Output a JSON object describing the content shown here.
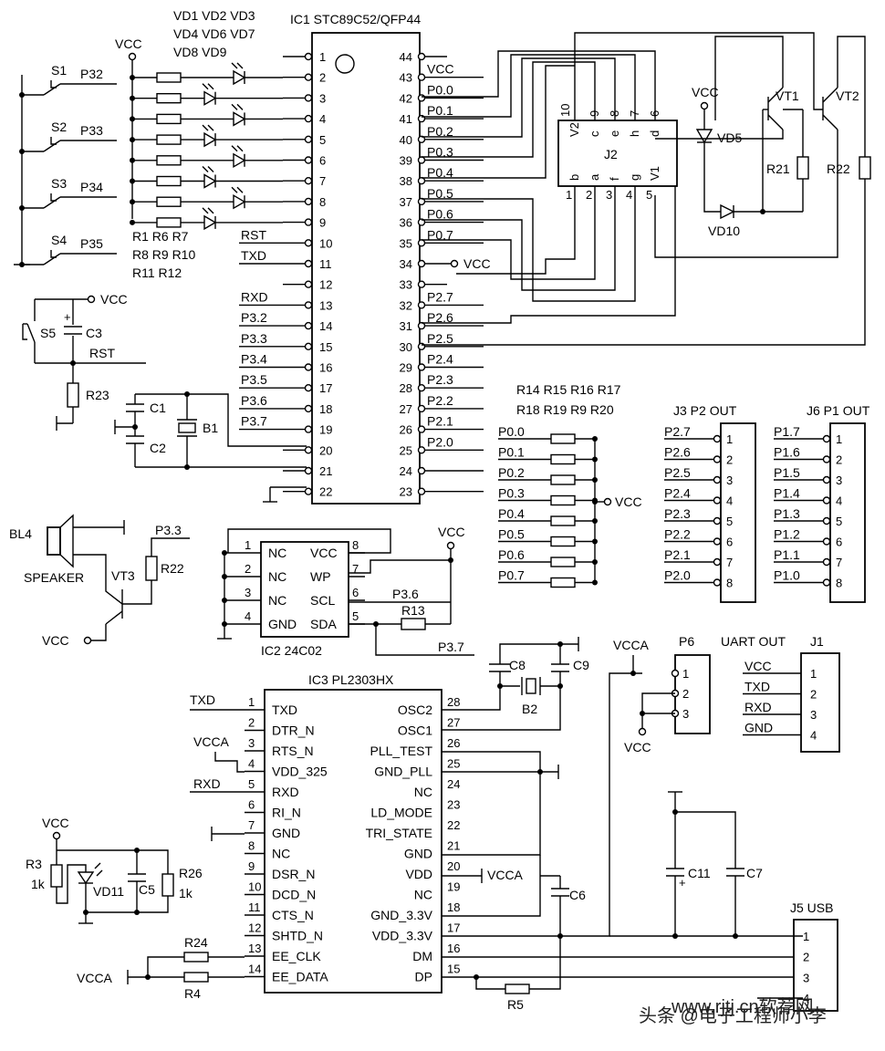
{
  "mcu": {
    "label": "IC1 STC89C52/QFP44",
    "left_pins": [
      "1",
      "2",
      "3",
      "4",
      "5",
      "6",
      "7",
      "8",
      "9",
      "10",
      "11",
      "12",
      "13",
      "14",
      "15",
      "16",
      "17",
      "18",
      "19",
      "20",
      "21",
      "22"
    ],
    "right_pins": [
      "44",
      "43",
      "42",
      "41",
      "40",
      "39",
      "38",
      "37",
      "36",
      "35",
      "34",
      "33",
      "32",
      "31",
      "30",
      "29",
      "28",
      "27",
      "26",
      "25",
      "24",
      "23"
    ],
    "left_signals": {
      "p10": "RST",
      "p11": "TXD",
      "p13": "RXD",
      "p14": "P3.2",
      "p15": "P3.3",
      "p16": "P3.4",
      "p17": "P3.5",
      "p18": "P3.6",
      "p19": "P3.7"
    },
    "right_signals": [
      "VCC",
      "P0.0",
      "P0.1",
      "P0.2",
      "P0.3",
      "P0.4",
      "P0.5",
      "P0.6",
      "P0.7",
      "VCC",
      "",
      "",
      "P2.7",
      "P2.6",
      "P2.5",
      "P2.4",
      "P2.3",
      "P2.2",
      "P2.1",
      "P2.0"
    ]
  },
  "leds": {
    "line1": "VD1 VD2 VD3",
    "line2": "VD4 VD6 VD7",
    "line3": "VD8 VD9"
  },
  "led_res": {
    "line1": "R1 R6 R7",
    "line2": "R8 R9 R10",
    "line3": "R11 R12"
  },
  "vcc": "VCC",
  "vcca": "VCCA",
  "switches": [
    {
      "name": "S1",
      "net": "P32"
    },
    {
      "name": "S2",
      "net": "P33"
    },
    {
      "name": "S3",
      "net": "P34"
    },
    {
      "name": "S4",
      "net": "P35"
    }
  ],
  "reset": {
    "switch": "S5",
    "cap": "C3",
    "net": "RST",
    "res": "R23"
  },
  "crystal": {
    "c1": "C1",
    "c2": "C2",
    "xtal": "B1"
  },
  "display": {
    "name": "J2",
    "top_pins": [
      "10",
      "9",
      "8",
      "7",
      "6"
    ],
    "top_labels": [
      "V2",
      "c",
      "e",
      "h",
      "d"
    ],
    "bottom_pins": [
      "1",
      "2",
      "3",
      "4",
      "5"
    ],
    "bottom_labels": [
      "b",
      "a",
      "f",
      "g",
      "V1"
    ]
  },
  "transistors": {
    "vt1": "VT1",
    "vt2": "VT2",
    "vd5": "VD5",
    "vd10": "VD10",
    "r21": "R21",
    "r22": "R22"
  },
  "pullups": {
    "line1": "R14 R15 R16 R17",
    "line2": "R18 R19 R9   R20",
    "nets": [
      "P0.0",
      "P0.1",
      "P0.2",
      "P0.3",
      "P0.4",
      "P0.5",
      "P0.6",
      "P0.7"
    ]
  },
  "j3": {
    "title": "J3 P2 OUT",
    "nets": [
      "P2.7",
      "P2.6",
      "P2.5",
      "P2.4",
      "P2.3",
      "P2.2",
      "P2.1",
      "P2.0"
    ],
    "pins": [
      "1",
      "2",
      "3",
      "4",
      "5",
      "6",
      "7",
      "8"
    ]
  },
  "j6": {
    "title": "J6 P1 OUT",
    "nets": [
      "P1.7",
      "P1.6",
      "P1.5",
      "P1.4",
      "P1.3",
      "P1.2",
      "P1.1",
      "P1.0"
    ],
    "pins": [
      "1",
      "2",
      "3",
      "4",
      "5",
      "6",
      "7",
      "8"
    ]
  },
  "speaker": {
    "name": "BL4",
    "label": "SPEAKER",
    "vt": "VT3",
    "res": "R22",
    "net": "P3.3"
  },
  "eeprom": {
    "label": "IC2 24C02",
    "left": [
      "NC",
      "NC",
      "NC",
      "GND"
    ],
    "left_pins": [
      "1",
      "2",
      "3",
      "4"
    ],
    "right": [
      "VCC",
      "WP",
      "SCL",
      "SDA"
    ],
    "right_pins": [
      "8",
      "7",
      "6",
      "5"
    ],
    "scl": "P3.6",
    "sda": "P3.7",
    "res": "R13"
  },
  "pl2303": {
    "label": "IC3 PL2303HX",
    "left": [
      "TXD",
      "DTR_N",
      "RTS_N",
      "VDD_325",
      "RXD",
      "RI_N",
      "GND",
      "NC",
      "DSR_N",
      "DCD_N",
      "CTS_N",
      "SHTD_N",
      "EE_CLK",
      "EE_DATA"
    ],
    "left_pins": [
      "1",
      "2",
      "3",
      "4",
      "5",
      "6",
      "7",
      "8",
      "9",
      "10",
      "11",
      "12",
      "13",
      "14"
    ],
    "right": [
      "OSC2",
      "OSC1",
      "PLL_TEST",
      "GND_PLL",
      "NC",
      "LD_MODE",
      "TRI_STATE",
      "GND",
      "VDD",
      "NC",
      "GND_3.3V",
      "VDD_3.3V",
      "DM",
      "DP"
    ],
    "right_pins": [
      "28",
      "27",
      "26",
      "25",
      "24",
      "23",
      "22",
      "21",
      "20",
      "19",
      "18",
      "17",
      "16",
      "15"
    ],
    "txd": "TXD",
    "rxd": "RXD",
    "c8": "C8",
    "c9": "C9",
    "b2": "B2",
    "c6": "C6",
    "r24": "R24",
    "r4": "R4",
    "r5": "R5"
  },
  "power_led": {
    "r3": "R3",
    "r3v": "1k",
    "vd": "VD11",
    "c5": "C5",
    "r26": "R26",
    "r26v": "1k"
  },
  "p6": {
    "name": "P6",
    "pins": [
      "1",
      "2",
      "3"
    ]
  },
  "uart": {
    "title": "UART OUT",
    "name": "J1",
    "nets": [
      "VCC",
      "TXD",
      "RXD",
      "GND"
    ],
    "pins": [
      "1",
      "2",
      "3",
      "4"
    ]
  },
  "usb": {
    "name": "J5 USB",
    "pins": [
      "1",
      "2",
      "3",
      "4"
    ],
    "c11": "C11",
    "c7": "C7"
  },
  "watermark": "头条 @电子工程师小李",
  "watermark2": "www.rjtj.cn软荐网"
}
